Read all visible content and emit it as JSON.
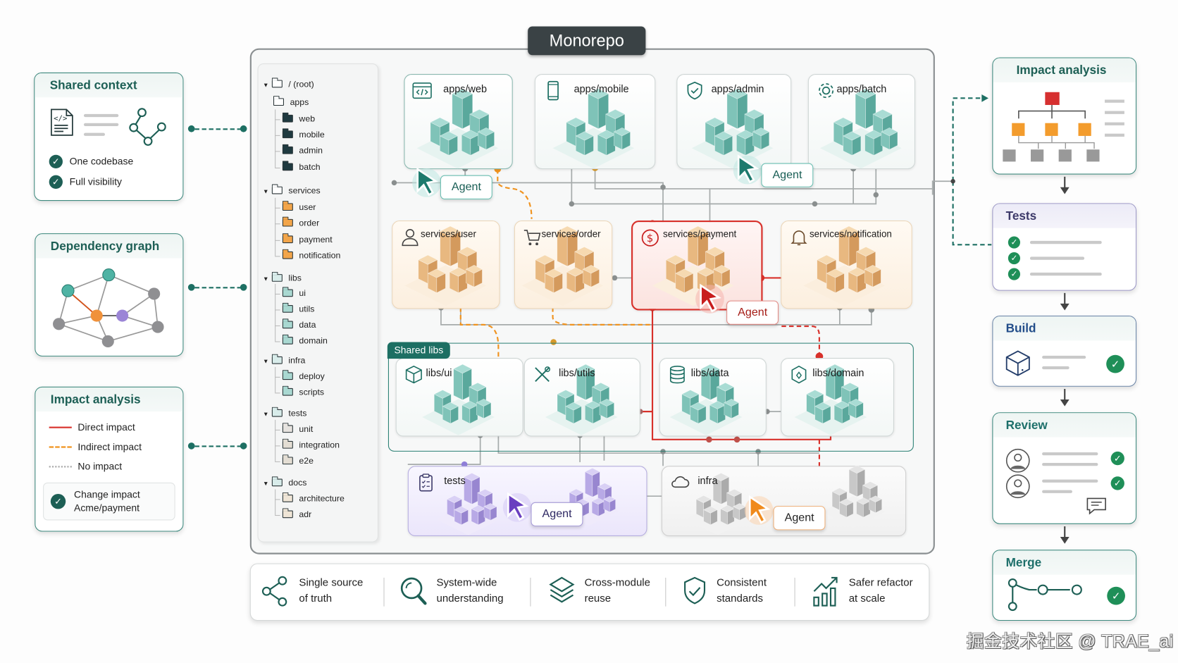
{
  "title": "Monorepo",
  "left_panels": {
    "shared_context": {
      "title": "Shared context",
      "items": [
        "One codebase",
        "Full visibility"
      ]
    },
    "dependency_graph": {
      "title": "Dependency graph"
    },
    "impact_analysis": {
      "title": "Impact analysis",
      "legend": [
        {
          "label": "Direct impact",
          "color": "#d8302a",
          "style": "solid"
        },
        {
          "label": "Indirect impact",
          "color": "#f0931f",
          "style": "dashed"
        },
        {
          "label": "No impact",
          "color": "#9a9a9a",
          "style": "dotted"
        }
      ],
      "change": {
        "line1": "Change impact",
        "line2": "Acme/payment"
      }
    }
  },
  "file_tree": [
    {
      "label": "/ (root)",
      "level": 0,
      "caret": true,
      "color": "#ffffff"
    },
    {
      "label": "apps",
      "level": 1,
      "caret": false,
      "color": "#ffffff"
    },
    {
      "label": "web",
      "level": 2,
      "color": "#1f3a40"
    },
    {
      "label": "mobile",
      "level": 2,
      "color": "#1f3a40"
    },
    {
      "label": "admin",
      "level": 2,
      "color": "#1f3a40"
    },
    {
      "label": "batch",
      "level": 2,
      "color": "#1f3a40"
    },
    {
      "label": "services",
      "level": 0,
      "caret": true,
      "color": "#ffffff"
    },
    {
      "label": "user",
      "level": 2,
      "color": "#f2a54a"
    },
    {
      "label": "order",
      "level": 2,
      "color": "#f2a54a"
    },
    {
      "label": "payment",
      "level": 2,
      "color": "#f2a54a"
    },
    {
      "label": "notification",
      "level": 2,
      "color": "#f2a54a"
    },
    {
      "label": "libs",
      "level": 0,
      "caret": true,
      "color": "#d8ecea"
    },
    {
      "label": "ui",
      "level": 2,
      "color": "#a9d8d1"
    },
    {
      "label": "utils",
      "level": 2,
      "color": "#a9d8d1"
    },
    {
      "label": "data",
      "level": 2,
      "color": "#a9d8d1"
    },
    {
      "label": "domain",
      "level": 2,
      "color": "#a9d8d1"
    },
    {
      "label": "infra",
      "level": 0,
      "caret": true,
      "color": "#d8ecea"
    },
    {
      "label": "deploy",
      "level": 2,
      "color": "#a9d8d1"
    },
    {
      "label": "scripts",
      "level": 2,
      "color": "#a9d8d1"
    },
    {
      "label": "tests",
      "level": 0,
      "caret": true,
      "color": "#d8ecea"
    },
    {
      "label": "unit",
      "level": 2,
      "color": "#e6e3df"
    },
    {
      "label": "integration",
      "level": 2,
      "color": "#e3ddd3"
    },
    {
      "label": "e2e",
      "level": 2,
      "color": "#e3ddd3"
    },
    {
      "label": "docs",
      "level": 0,
      "caret": true,
      "color": "#d8ecea"
    },
    {
      "label": "architecture",
      "level": 2,
      "color": "#efe5d6"
    },
    {
      "label": "adr",
      "level": 2,
      "color": "#efe5d6"
    }
  ],
  "modules": {
    "apps": [
      {
        "name": "apps/web",
        "icon": "code-window-icon"
      },
      {
        "name": "apps/mobile",
        "icon": "mobile-phone-icon"
      },
      {
        "name": "apps/admin",
        "icon": "shield-check-icon"
      },
      {
        "name": "apps/batch",
        "icon": "gear-icon"
      }
    ],
    "services": [
      {
        "name": "services/user",
        "icon": "user-icon"
      },
      {
        "name": "services/order",
        "icon": "cart-icon"
      },
      {
        "name": "services/payment",
        "icon": "dollar-icon",
        "impacted": true
      },
      {
        "name": "services/notification",
        "icon": "bell-icon"
      }
    ],
    "shared_libs_label": "Shared libs",
    "libs": [
      {
        "name": "libs/ui",
        "icon": "cube-icon"
      },
      {
        "name": "libs/utils",
        "icon": "tools-icon"
      },
      {
        "name": "libs/data",
        "icon": "database-icon"
      },
      {
        "name": "libs/domain",
        "icon": "domain-icon"
      }
    ],
    "bottom": [
      {
        "name": "tests",
        "icon": "clipboard-icon"
      },
      {
        "name": "infra",
        "icon": "cloud-icon"
      }
    ]
  },
  "agents": [
    {
      "label": "Agent",
      "color": "#1d8f80"
    },
    {
      "label": "Agent",
      "color": "#1d8f80"
    },
    {
      "label": "Agent",
      "color": "#c81e1e"
    },
    {
      "label": "Agent",
      "color": "#6a3fc0"
    },
    {
      "label": "Agent",
      "color": "#f08a1c"
    }
  ],
  "features": [
    {
      "line1": "Single source",
      "line2": "of truth",
      "icon": "share-nodes-icon"
    },
    {
      "line1": "System-wide",
      "line2": "understanding",
      "icon": "magnifier-icon"
    },
    {
      "line1": "Cross-module",
      "line2": "reuse",
      "icon": "layers-icon"
    },
    {
      "line1": "Consistent",
      "line2": "standards",
      "icon": "shield-check-icon"
    },
    {
      "line1": "Safer refactor",
      "line2": "at scale",
      "icon": "growth-chart-icon"
    }
  ],
  "pipeline": [
    {
      "title": "Impact analysis"
    },
    {
      "title": "Tests"
    },
    {
      "title": "Build"
    },
    {
      "title": "Review"
    },
    {
      "title": "Merge"
    }
  ],
  "colors": {
    "accent": "#1d6f63",
    "direct": "#d8302a",
    "indirect": "#f0931f",
    "neutral": "#9a9a9a"
  },
  "watermark": "掘金技术社区 @ TRAE_ai"
}
